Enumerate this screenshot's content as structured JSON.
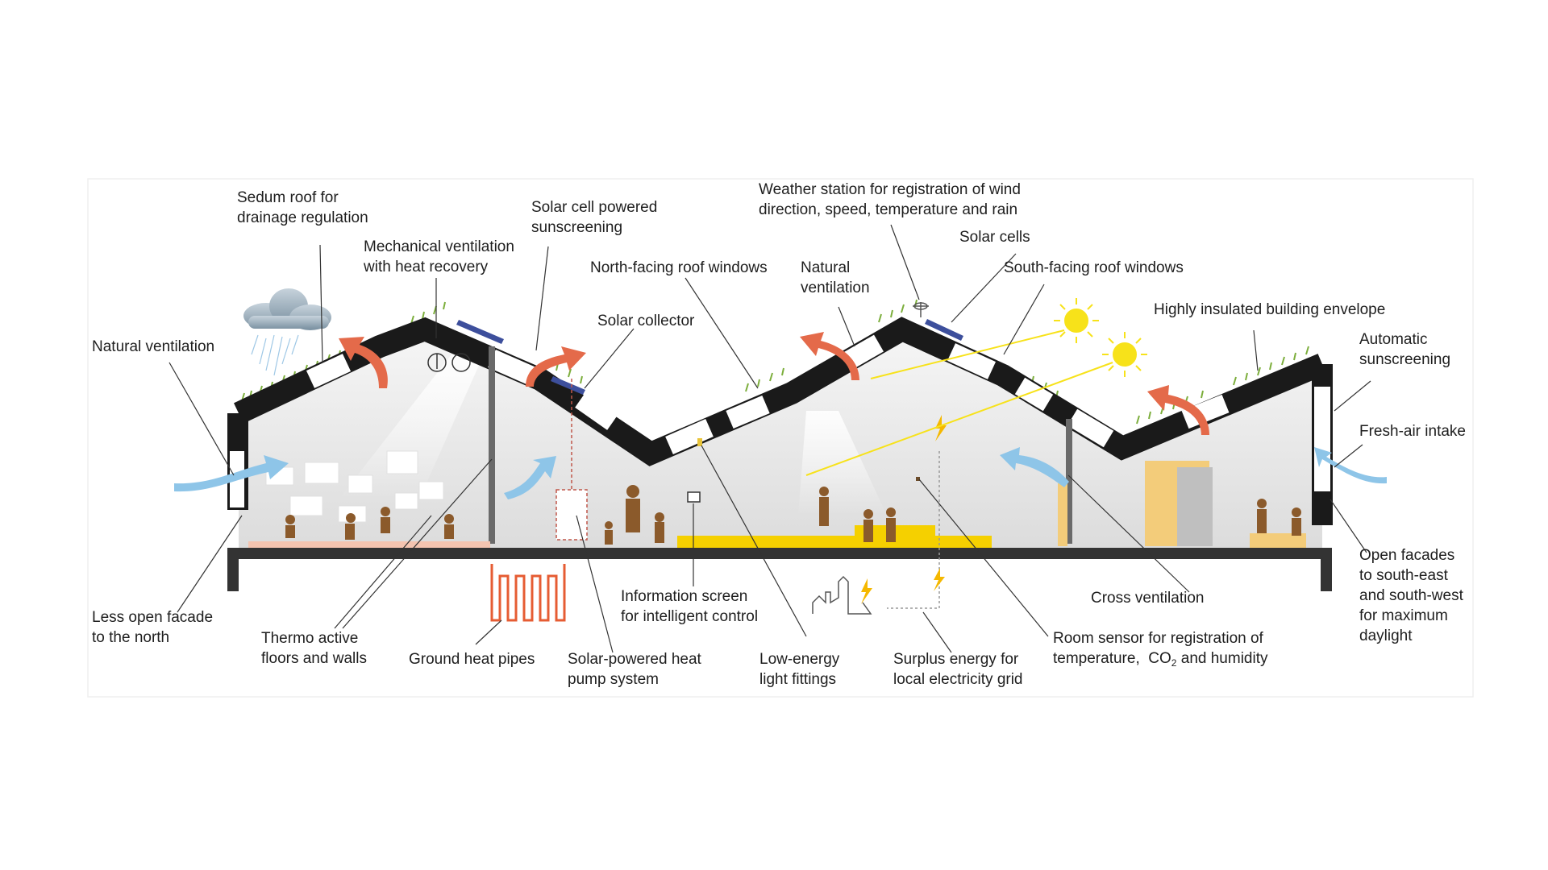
{
  "labels": {
    "sedum_roof": "Sedum roof for\ndrainage regulation",
    "mech_vent": "Mechanical ventilation\nwith heat recovery",
    "solar_sunscreen": "Solar cell powered\nsunscreening",
    "weather_station": "Weather station for registration of wind\ndirection, speed, temperature and rain",
    "solar_cells": "Solar cells",
    "north_windows": "North-facing roof windows",
    "natural_vent_mid": "Natural\nventilation",
    "south_windows": "South-facing roof windows",
    "solar_collector": "Solar collector",
    "insulated_envelope": "Highly insulated building envelope",
    "natural_vent_left": "Natural ventilation",
    "auto_sunscreen": "Automatic\nsunscreening",
    "fresh_air": "Fresh-air intake",
    "open_facades": "Open facades\nto south-east\nand south-west\nfor maximum\ndaylight",
    "less_open": "Less open facade\nto the north",
    "thermo_active": "Thermo active\nfloors and walls",
    "ground_heat": "Ground heat pipes",
    "heat_pump": "Solar-powered heat\npump system",
    "info_screen": "Information screen\nfor intelligent control",
    "low_energy": "Low-energy\nlight fittings",
    "surplus": "Surplus energy for\nlocal electricity grid",
    "cross_vent": "Cross ventilation",
    "room_sensor_line1": "Room sensor for registration of",
    "room_sensor_line2_a": "temperature,  CO",
    "room_sensor_line2_sub": "2",
    "room_sensor_line2_b": " and humidity"
  },
  "colors": {
    "roof": "#1a1a1a",
    "sedum": "#7cae3c",
    "warm_air": "#e46a4a",
    "fresh_air": "#8ec5e8",
    "sun": "#f7e21a",
    "people": "#8b5a2b",
    "floor_glow": "#f5d000",
    "ground": "#333333",
    "heat_pipe": "#e65c33"
  }
}
